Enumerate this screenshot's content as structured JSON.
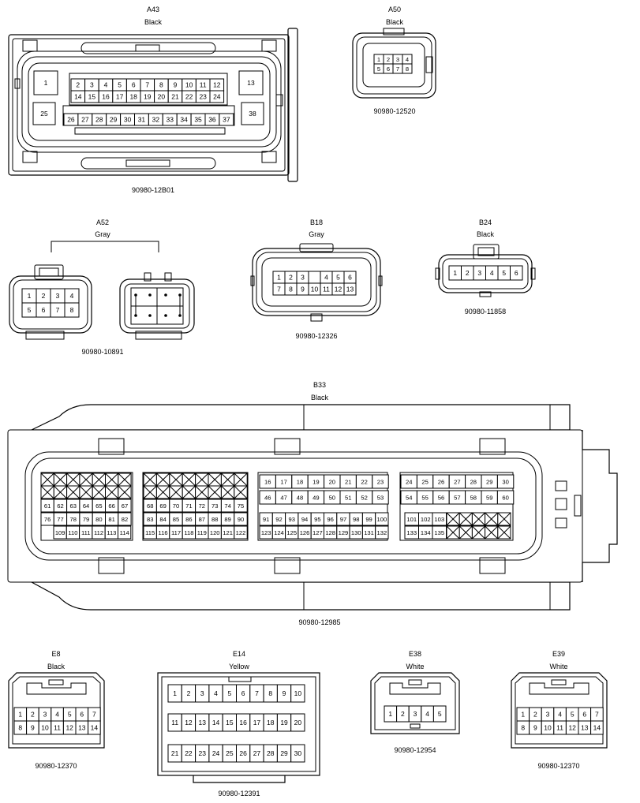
{
  "connectors": [
    {
      "id": "A43",
      "color": "Black",
      "part": "90980-12B01",
      "pins_row1": [
        "2",
        "3",
        "4",
        "5",
        "6",
        "7",
        "8",
        "9",
        "10",
        "11",
        "12"
      ],
      "pins_row2": [
        "14",
        "15",
        "16",
        "17",
        "18",
        "19",
        "20",
        "21",
        "22",
        "23",
        "24"
      ],
      "pins_row3": [
        "26",
        "27",
        "28",
        "29",
        "30",
        "31",
        "32",
        "33",
        "34",
        "35",
        "36",
        "37"
      ],
      "corner_pins": [
        "1",
        "13",
        "25",
        "38"
      ]
    },
    {
      "id": "A50",
      "color": "Black",
      "part": "90980-12520",
      "pins": [
        "1",
        "2",
        "3",
        "4",
        "5",
        "6",
        "7",
        "8"
      ]
    },
    {
      "id": "A52",
      "color": "Gray",
      "part": "90980-10891",
      "pins": [
        "1",
        "2",
        "3",
        "4",
        "5",
        "6",
        "7",
        "8"
      ]
    },
    {
      "id": "B18",
      "color": "Gray",
      "part": "90980-12326",
      "pins_row1": [
        "1",
        "2",
        "3",
        "",
        "4",
        "5",
        "6"
      ],
      "pins_row2": [
        "7",
        "8",
        "9",
        "10",
        "11",
        "12",
        "13"
      ]
    },
    {
      "id": "B24",
      "color": "Black",
      "part": "90980-11858",
      "pins": [
        "1",
        "2",
        "3",
        "4",
        "5",
        "6"
      ]
    },
    {
      "id": "B33",
      "color": "Black",
      "part": "90980-12985",
      "group1_rows": [
        [
          "61",
          "62",
          "63",
          "64",
          "65",
          "66",
          "67"
        ],
        [
          "76",
          "77",
          "78",
          "79",
          "80",
          "81",
          "82"
        ],
        [
          "109",
          "110",
          "111",
          "112",
          "113",
          "114"
        ]
      ],
      "group2_rows": [
        [
          "68",
          "69",
          "70",
          "71",
          "72",
          "73",
          "74",
          "75"
        ],
        [
          "83",
          "84",
          "85",
          "86",
          "87",
          "88",
          "89",
          "90"
        ],
        [
          "115",
          "116",
          "117",
          "118",
          "119",
          "120",
          "121",
          "122"
        ]
      ],
      "group3_rows": [
        [
          "16",
          "17",
          "18",
          "19",
          "20",
          "21",
          "22",
          "23"
        ],
        [
          "46",
          "47",
          "48",
          "49",
          "50",
          "51",
          "52",
          "53"
        ],
        [
          "91",
          "92",
          "93",
          "94",
          "95",
          "96",
          "97",
          "98",
          "99",
          "100"
        ],
        [
          "123",
          "124",
          "125",
          "126",
          "127",
          "128",
          "129",
          "130",
          "131",
          "132"
        ]
      ],
      "group4_rows": [
        [
          "24",
          "25",
          "26",
          "27",
          "28",
          "29",
          "30"
        ],
        [
          "54",
          "55",
          "56",
          "57",
          "58",
          "59",
          "60"
        ],
        [
          "101",
          "102",
          "103"
        ],
        [
          "133",
          "134",
          "135"
        ]
      ]
    },
    {
      "id": "E8",
      "color": "Black",
      "part": "90980-12370",
      "pins_row1": [
        "1",
        "2",
        "3",
        "4",
        "5",
        "6",
        "7"
      ],
      "pins_row2": [
        "8",
        "9",
        "10",
        "11",
        "12",
        "13",
        "14"
      ]
    },
    {
      "id": "E14",
      "color": "Yellow",
      "part": "90980-12391",
      "pins_row1": [
        "1",
        "2",
        "3",
        "4",
        "5",
        "6",
        "7",
        "8",
        "9",
        "10"
      ],
      "pins_row2": [
        "11",
        "12",
        "13",
        "14",
        "15",
        "16",
        "17",
        "18",
        "19",
        "20"
      ],
      "pins_row3": [
        "21",
        "22",
        "23",
        "24",
        "25",
        "26",
        "27",
        "28",
        "29",
        "30"
      ]
    },
    {
      "id": "E38",
      "color": "White",
      "part": "90980-12954",
      "pins": [
        "1",
        "2",
        "3",
        "4",
        "5"
      ]
    },
    {
      "id": "E39",
      "color": "White",
      "part": "90980-12370",
      "pins_row1": [
        "1",
        "2",
        "3",
        "4",
        "5",
        "6",
        "7"
      ],
      "pins_row2": [
        "8",
        "9",
        "10",
        "11",
        "12",
        "13",
        "14"
      ]
    }
  ]
}
